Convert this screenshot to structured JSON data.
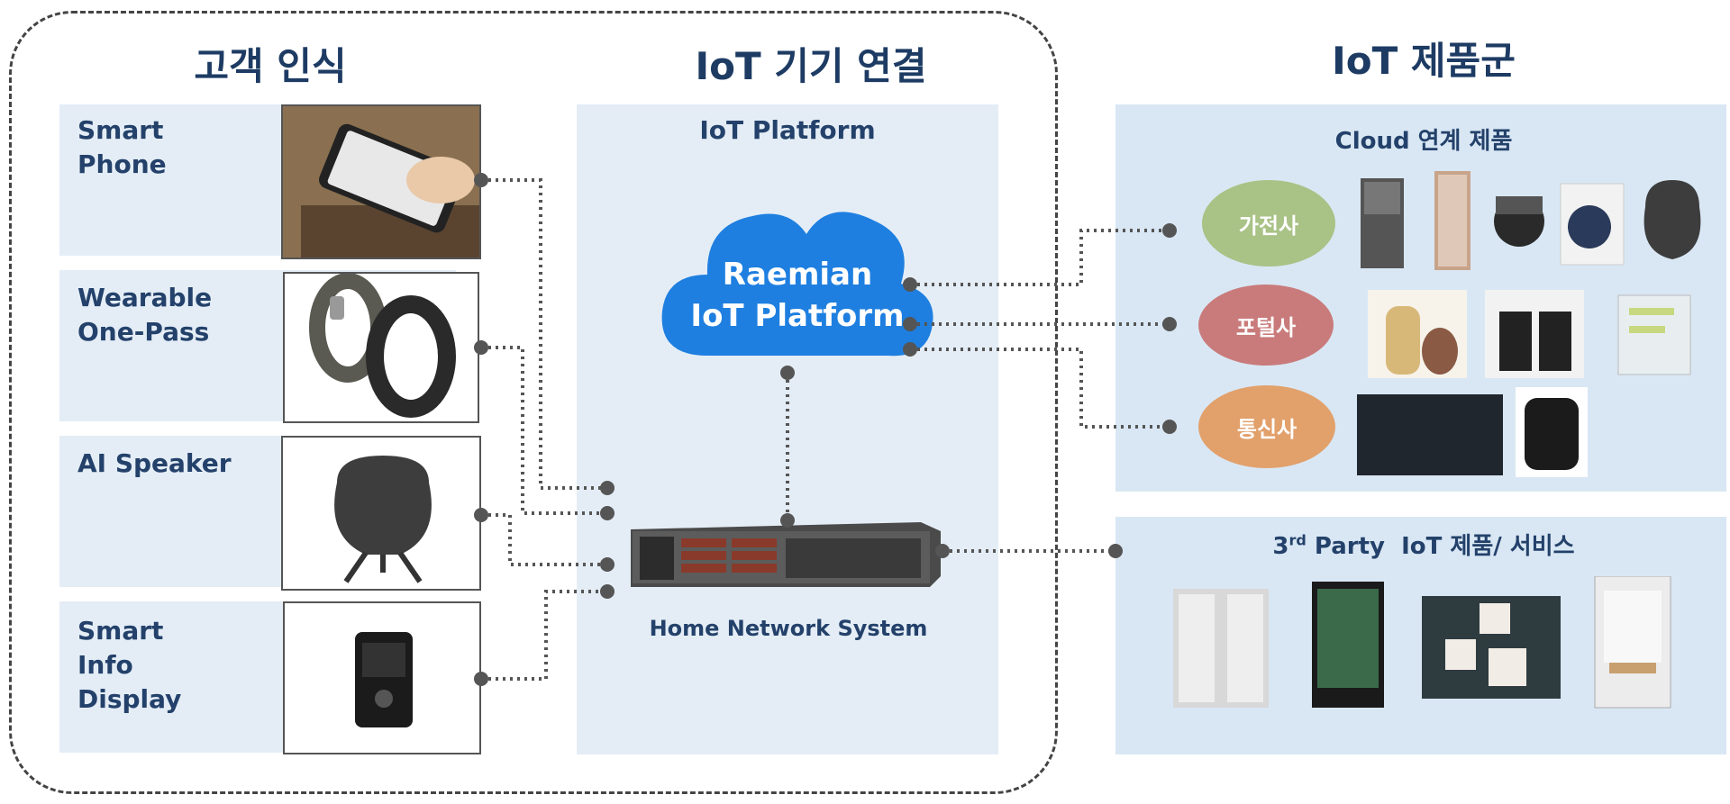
{
  "sections": {
    "customer": "고객 인식",
    "connect": "IoT 기기 연결",
    "products": "IoT 제품군"
  },
  "devices": [
    {
      "label": "Smart\nPhone"
    },
    {
      "label": "Wearable\nOne-Pass"
    },
    {
      "label": "AI Speaker"
    },
    {
      "label": "Smart\nInfo\nDisplay"
    }
  ],
  "platform": {
    "panel_title": "IoT Platform",
    "cloud_line1": "Raemian",
    "cloud_line2": "IoT Platform",
    "home_network": "Home Network System"
  },
  "cloud_products": {
    "title": "Cloud 연계 제품",
    "partners": [
      "가전사",
      "포털사",
      "통신사"
    ]
  },
  "third_party": {
    "title_main": "3",
    "title_sup": "rd",
    "title_rest": " Party  IoT 제품/ 서비스"
  },
  "colors": {
    "cloud": "#1e7fe0",
    "partner_appliance": "#a9c286",
    "partner_portal": "#c97b7b",
    "partner_telecom": "#e2a06b",
    "title": "#1d3b63"
  }
}
